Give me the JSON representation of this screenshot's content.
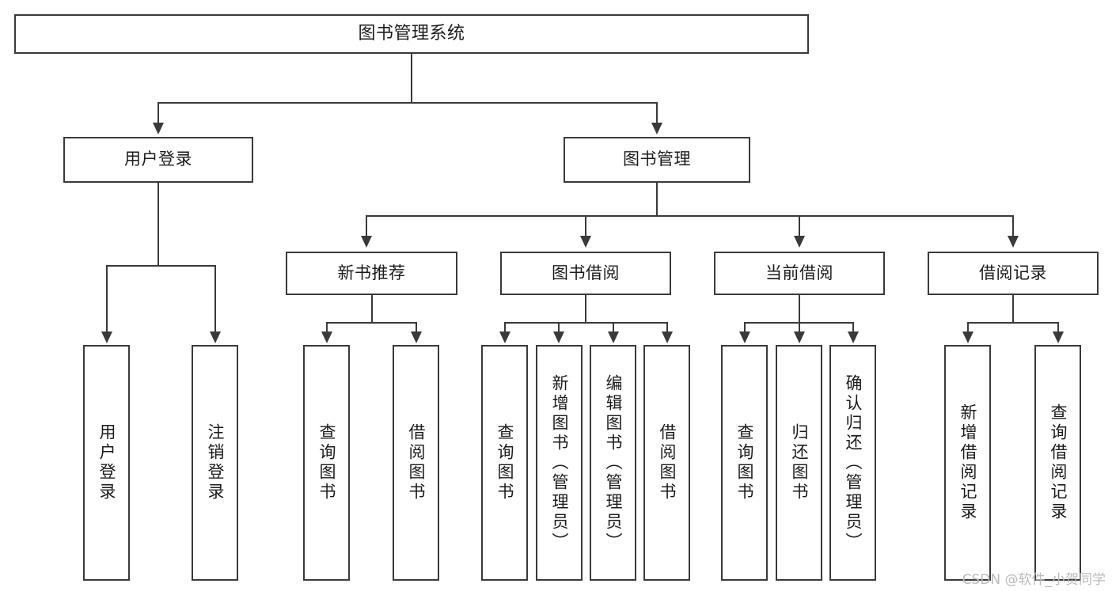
{
  "diagram": {
    "title": "图书管理系统",
    "watermark": "CSDN @软件_小贺同学",
    "colors": {
      "stroke": "#3a3a3a",
      "text": "#1b1b1b",
      "background": "#ffffff",
      "watermark": "#b9b9b9"
    },
    "root": {
      "label": "图书管理系统"
    },
    "level2": [
      {
        "label": "用户登录"
      },
      {
        "label": "图书管理"
      }
    ],
    "level3": [
      {
        "label": "新书推荐"
      },
      {
        "label": "图书借阅"
      },
      {
        "label": "当前借阅"
      },
      {
        "label": "借阅记录"
      }
    ],
    "leaves": {
      "user_login": [
        {
          "label": "用户登录"
        },
        {
          "label": "注销登录"
        }
      ],
      "new_book_recommend": [
        {
          "label": "查询图书"
        },
        {
          "label": "借阅图书"
        }
      ],
      "book_borrow": [
        {
          "label": "查询图书"
        },
        {
          "label": "新增图书（管理员）"
        },
        {
          "label": "编辑图书（管理员）"
        },
        {
          "label": "借阅图书"
        }
      ],
      "current_borrow": [
        {
          "label": "查询图书"
        },
        {
          "label": "归还图书"
        },
        {
          "label": "确认归还（管理员）"
        }
      ],
      "borrow_record": [
        {
          "label": "新增借阅记录"
        },
        {
          "label": "查询借阅记录"
        }
      ]
    }
  },
  "chart_data": {
    "type": "table",
    "title": "图书管理系统 功能结构图",
    "hierarchy": [
      {
        "node": "图书管理系统",
        "children": [
          {
            "node": "用户登录",
            "children": [
              {
                "node": "用户登录"
              },
              {
                "node": "注销登录"
              }
            ]
          },
          {
            "node": "图书管理",
            "children": [
              {
                "node": "新书推荐",
                "children": [
                  {
                    "node": "查询图书"
                  },
                  {
                    "node": "借阅图书"
                  }
                ]
              },
              {
                "node": "图书借阅",
                "children": [
                  {
                    "node": "查询图书"
                  },
                  {
                    "node": "新增图书（管理员）"
                  },
                  {
                    "node": "编辑图书（管理员）"
                  },
                  {
                    "node": "借阅图书"
                  }
                ]
              },
              {
                "node": "当前借阅",
                "children": [
                  {
                    "node": "查询图书"
                  },
                  {
                    "node": "归还图书"
                  },
                  {
                    "node": "确认归还（管理员）"
                  }
                ]
              },
              {
                "node": "借阅记录",
                "children": [
                  {
                    "node": "新增借阅记录"
                  },
                  {
                    "node": "查询借阅记录"
                  }
                ]
              }
            ]
          }
        ]
      }
    ]
  }
}
